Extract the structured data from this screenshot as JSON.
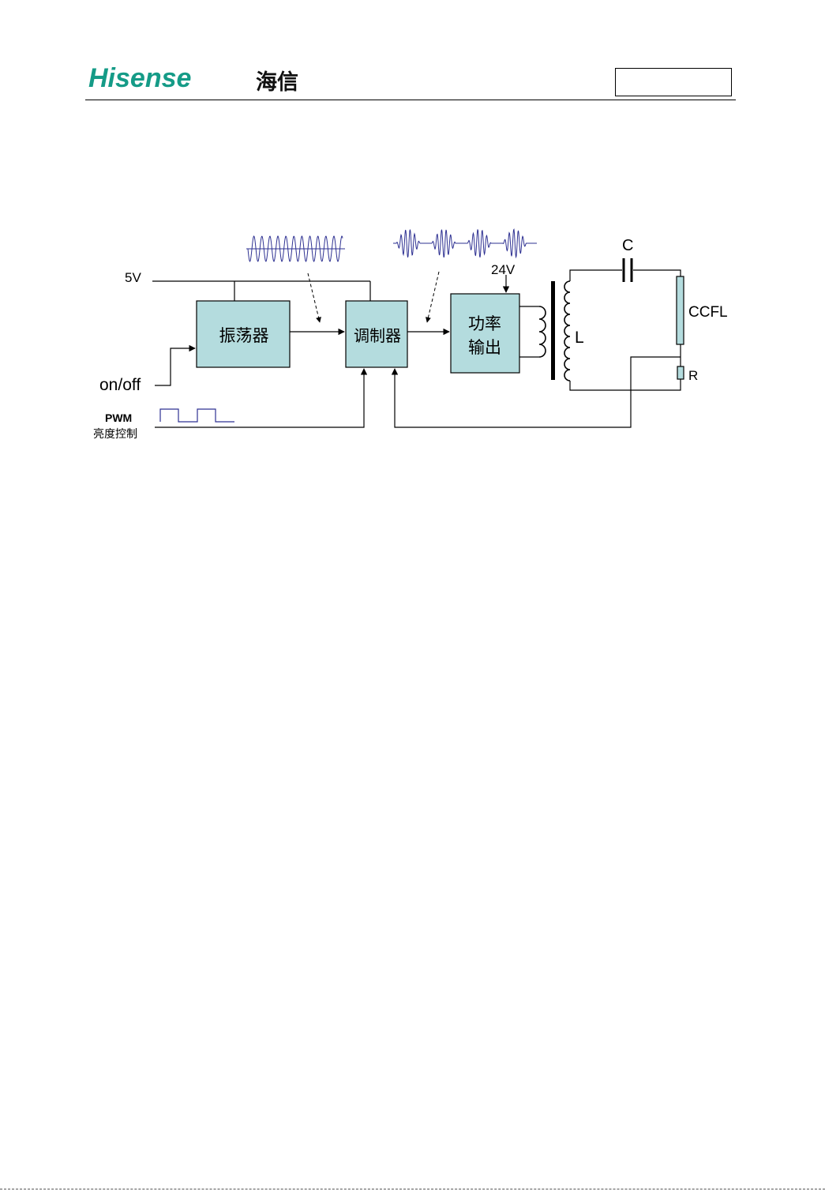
{
  "header": {
    "logo_latin": "Hisense",
    "logo_cjk": "海信"
  },
  "diagram": {
    "supply_5v": "5V",
    "supply_24v": "24V",
    "on_off": "on/off",
    "pwm": "PWM",
    "brightness": "亮度控制",
    "oscillator": "振荡器",
    "modulator": "调制器",
    "power_line1": "功率",
    "power_line2": "输出",
    "capacitor": "C",
    "inductor": "L",
    "lamp": "CCFL",
    "resistor": "R"
  },
  "colors": {
    "block_fill": "#b4dcde",
    "waveform": "#2e3192",
    "logo": "#159b87"
  }
}
